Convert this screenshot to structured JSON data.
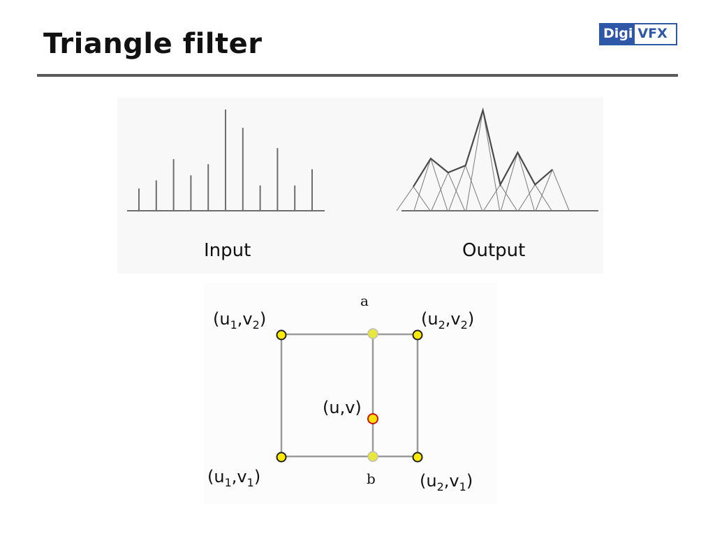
{
  "slide": {
    "title": "Triangle filter",
    "logo": {
      "left": "Digi",
      "right": "VFX"
    }
  },
  "figure1": {
    "input_label": "Input",
    "output_label": "Output",
    "input_spikes": [
      0.22,
      0.3,
      0.51,
      0.35,
      0.46,
      1.0,
      0.82,
      0.25,
      0.62,
      0.25,
      0.41
    ],
    "output_peaks": [
      0.24,
      0.52,
      0.38,
      0.45,
      1.0,
      0.26,
      0.58,
      0.26,
      0.41
    ]
  },
  "figure2": {
    "label_a": "a",
    "label_b": "b",
    "points": [
      {
        "name": "u1v2",
        "base1": "u",
        "sub1": "1",
        "base2": "v",
        "sub2": "2"
      },
      {
        "name": "u2v2",
        "base1": "u",
        "sub1": "2",
        "base2": "v",
        "sub2": "2"
      },
      {
        "name": "u1v1",
        "base1": "u",
        "sub1": "1",
        "base2": "v",
        "sub2": "1"
      },
      {
        "name": "u2v1",
        "base1": "u",
        "sub1": "2",
        "base2": "v",
        "sub2": "1"
      }
    ],
    "center_label": "(u,v)",
    "colors": {
      "corner": "#ffeb00",
      "center_fill": "#f2e400",
      "center_stroke": "#d01010",
      "mid": "#e6e83a",
      "line": "#9a9a9a"
    }
  }
}
